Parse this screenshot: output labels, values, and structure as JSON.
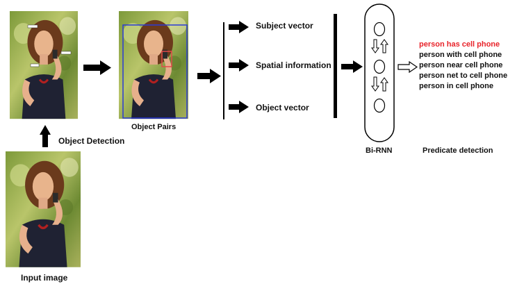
{
  "labels": {
    "input_image": "Input image",
    "object_detection": "Object Detection",
    "object_pairs": "Object Pairs",
    "subject_vector": "Subject vector",
    "spatial_information": "Spatial information",
    "object_vector": "Object vector",
    "bi_rnn": "Bi-RNN",
    "predicate_detection": "Predicate detection"
  },
  "predicates": [
    "person has cell phone",
    "person with cell phone",
    "person near cell phone",
    "person net to cell phone",
    "person in cell phone"
  ],
  "colors": {
    "highlight": "#e8232a",
    "text": "#111111",
    "arrow": "#000000",
    "box_subject": "#2a3bd6",
    "box_object": "#e24a4a"
  },
  "icons": {
    "photo": "person-with-phone-photo",
    "arrow": "right-arrow",
    "hollow_arrow": "hollow-right-arrow"
  }
}
